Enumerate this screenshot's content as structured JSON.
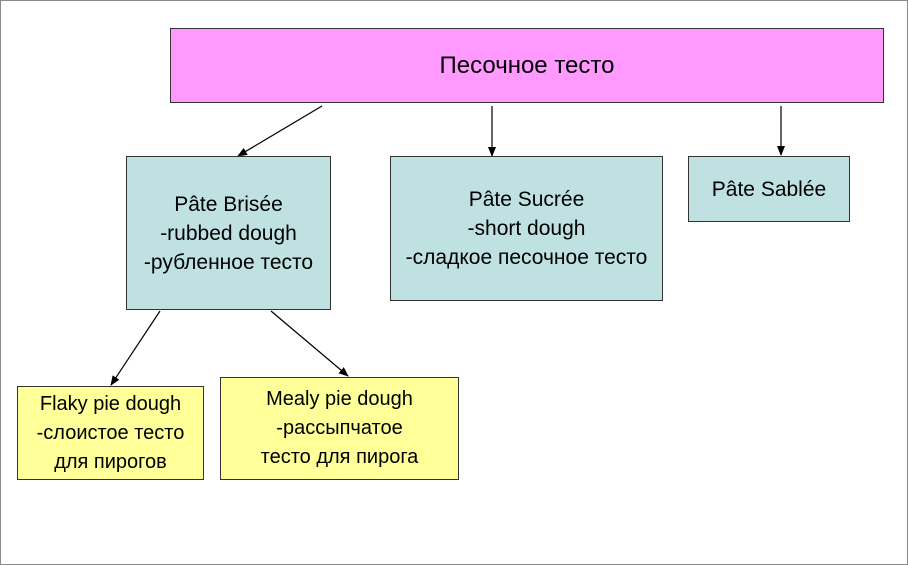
{
  "diagram": {
    "root": {
      "label": "Песочное тесто"
    },
    "brisee": {
      "lines": [
        "Pâte Brisée",
        "-rubbed dough",
        "-рубленное тесто"
      ]
    },
    "sucree": {
      "lines": [
        "Pâte Sucrée",
        "-short dough",
        "-сладкое песочное тесто"
      ]
    },
    "sablee": {
      "lines": [
        "Pâte Sablée"
      ]
    },
    "flaky": {
      "lines": [
        "Flaky pie dough",
        "-слоистое тесто",
        "для пирогов"
      ]
    },
    "mealy": {
      "lines": [
        "Mealy pie dough",
        "-рассыпчатое",
        "тесто для пирога"
      ]
    },
    "colors": {
      "root_fill": "#ff99ff",
      "level1_fill": "#bfe1e1",
      "level2_fill": "#ffff99",
      "border": "#333333"
    }
  }
}
